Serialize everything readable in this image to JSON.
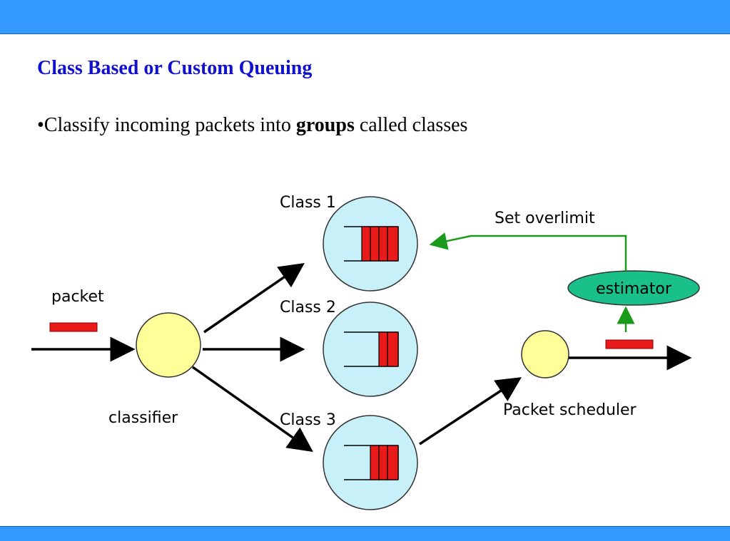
{
  "slide": {
    "title": "Class Based or Custom Queuing",
    "bullet": {
      "prefix": "•Classify incoming packets into ",
      "emphasis": "groups",
      "suffix": " called classes"
    }
  },
  "diagram": {
    "labels": {
      "packet": "packet",
      "classifier": "classifier",
      "class1": "Class 1",
      "class2": "Class 2",
      "class3": "Class 3",
      "set_overlimit": "Set overlimit",
      "estimator": "estimator",
      "packet_scheduler": "Packet scheduler"
    },
    "colors": {
      "packet": "#e81a1a",
      "node": "#ffff99",
      "queue_circle": "#c8f0f8",
      "estimator": "#19c08a",
      "feedback": "#1a9a1a",
      "banner": "#3399ff"
    }
  }
}
